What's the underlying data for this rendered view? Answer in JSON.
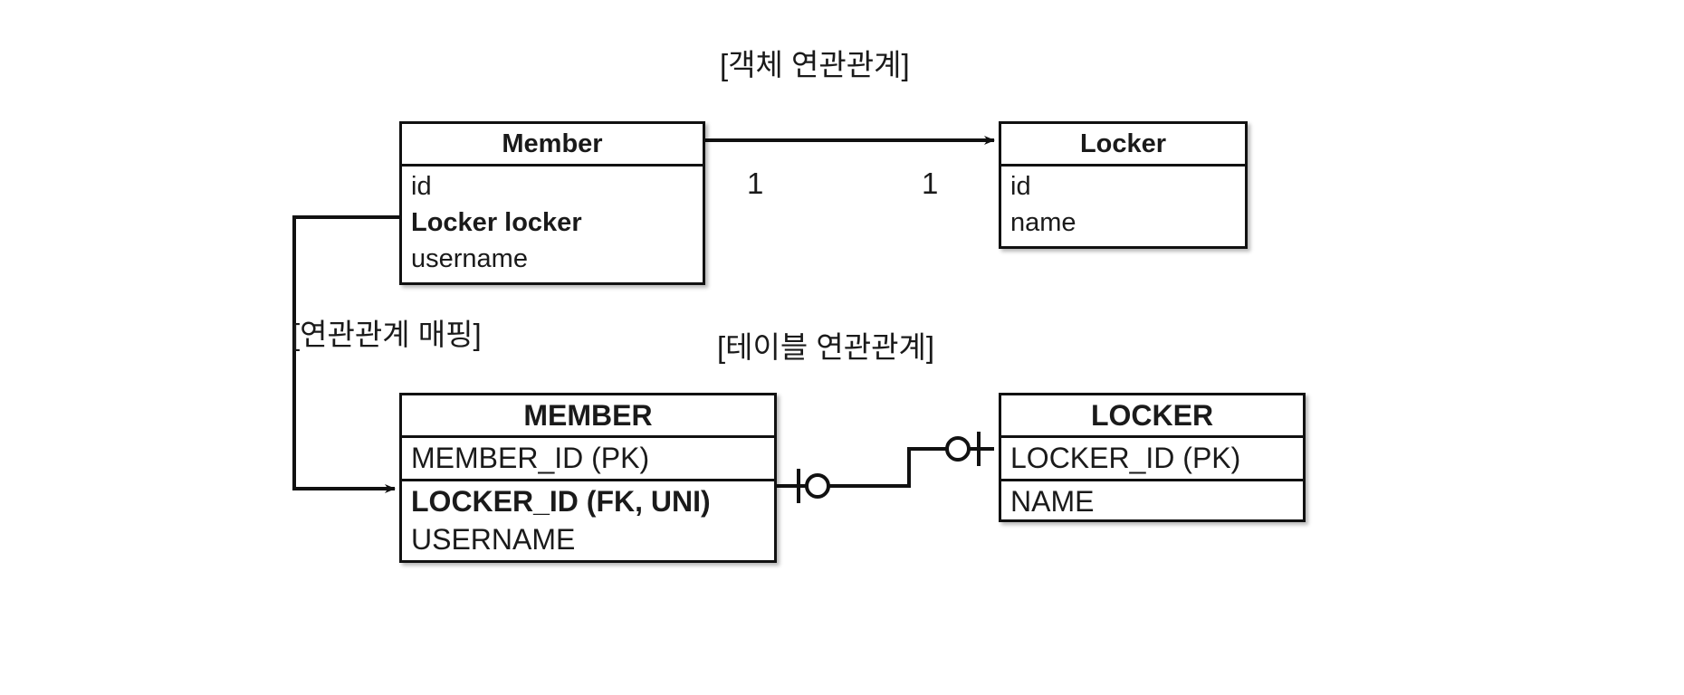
{
  "diagram": {
    "type": "entity-relationship",
    "background": "#ffffff",
    "stroke_color": "#111111",
    "text_color": "#1a1a1a",
    "captions": {
      "object_relation": "[객체 연관관계]",
      "relation_mapping": "[연관관계 매핑]",
      "table_relation": "[테이블 연관관계]"
    },
    "object_model": {
      "member": {
        "title": "Member",
        "fields": [
          {
            "label": "id",
            "bold": false
          },
          {
            "label": "Locker locker",
            "bold": true
          },
          {
            "label": "username",
            "bold": false
          }
        ]
      },
      "locker": {
        "title": "Locker",
        "fields": [
          {
            "label": "id",
            "bold": false
          },
          {
            "label": "name",
            "bold": false
          }
        ]
      },
      "cardinality": {
        "source": "1",
        "target": "1"
      }
    },
    "table_model": {
      "member": {
        "title": "MEMBER",
        "fields": [
          {
            "label": "MEMBER_ID (PK)",
            "bold": false
          },
          {
            "label": "LOCKER_ID (FK, UNI)",
            "bold": true
          },
          {
            "label": "USERNAME",
            "bold": false
          }
        ]
      },
      "locker": {
        "title": "LOCKER",
        "fields": [
          {
            "label": "LOCKER_ID (PK)",
            "bold": false
          },
          {
            "label": "NAME",
            "bold": false
          }
        ]
      },
      "relationship_notation": "zero-or-one to zero-or-one"
    }
  }
}
